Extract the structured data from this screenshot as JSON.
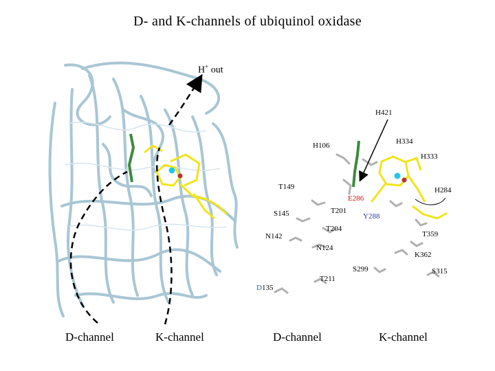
{
  "title": "D- and K-channels of ubiquinol oxidase",
  "proton_exit": {
    "prefix": "H",
    "superscript": "+",
    "suffix": " out"
  },
  "bottom_labels": {
    "left_d": "D-channel",
    "left_k": "K-channel",
    "right_d": "D-channel",
    "right_k": "K-channel"
  },
  "residues": {
    "h421": "H421",
    "h334": "H334",
    "h106": "H106",
    "h333": "H333",
    "t149": "T149",
    "h284": "H284",
    "e286": "E286",
    "s145": "S145",
    "t201": "T201",
    "y288": "Y288",
    "n142": "N142",
    "t204": "T204",
    "t359": "T359",
    "n124": "N124",
    "k362": "K362",
    "s299": "S299",
    "s315": "S315",
    "t211": "T211",
    "d135_letter": "D",
    "d135_number": "135"
  },
  "colors": {
    "ribbon": "#a9c6d4",
    "heme": "#f2e41a",
    "chain": "#3d8a3d",
    "e286": "#cc1111",
    "y288": "#2a3fa0",
    "d135": "#1a5a8a",
    "cu": "#22c8e8",
    "fe": "#b33333"
  }
}
